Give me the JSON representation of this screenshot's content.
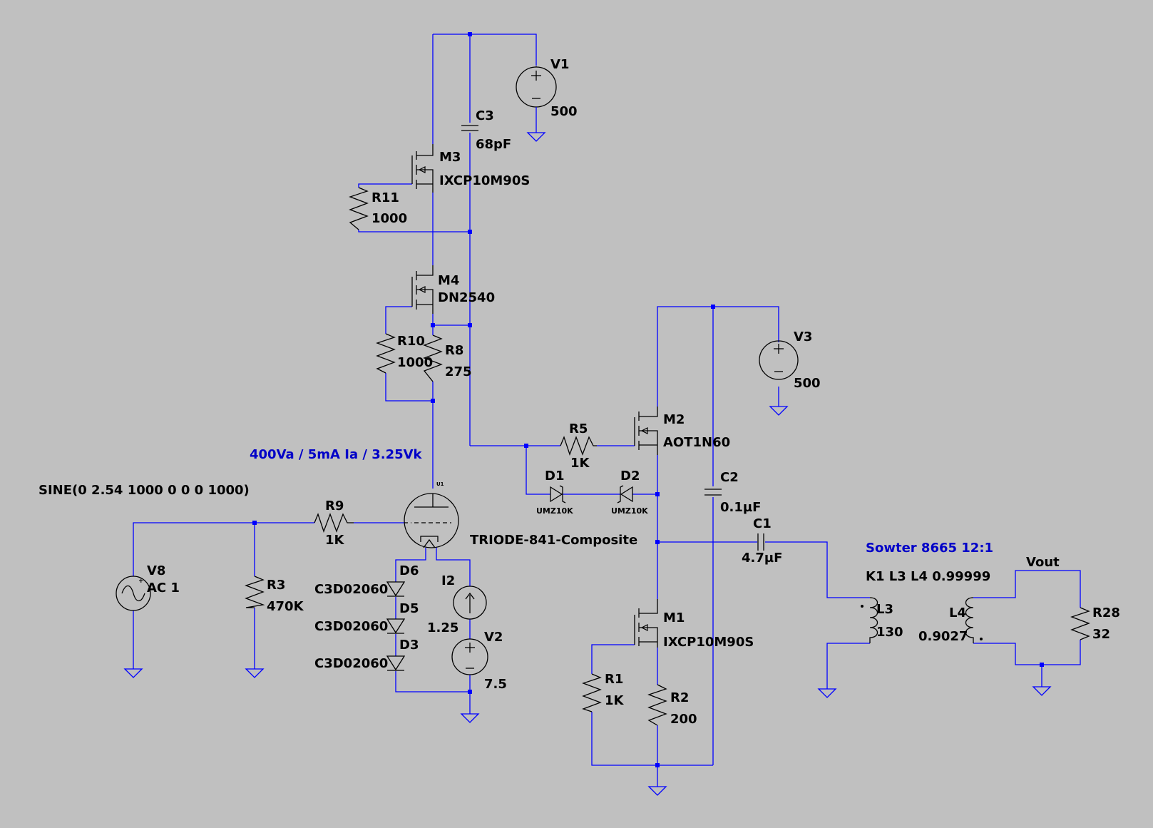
{
  "components": {
    "V1": {
      "name": "V1",
      "value": "500"
    },
    "C3": {
      "name": "C3",
      "value": "68pF"
    },
    "M3": {
      "name": "M3",
      "value": "IXCP10M90S"
    },
    "R11": {
      "name": "R11",
      "value": "1000"
    },
    "M4": {
      "name": "M4",
      "value": "DN2540"
    },
    "R10": {
      "name": "R10",
      "value": "1000"
    },
    "R8": {
      "name": "R8",
      "value": "275"
    },
    "V3": {
      "name": "V3",
      "value": "500"
    },
    "M2": {
      "name": "M2",
      "value": "AOT1N60"
    },
    "R5": {
      "name": "R5",
      "value": "1K"
    },
    "D1": {
      "name": "D1",
      "value": "UMZ10K"
    },
    "D2": {
      "name": "D2",
      "value": "UMZ10K"
    },
    "C2": {
      "name": "C2",
      "value": "0.1µF"
    },
    "C1": {
      "name": "C1",
      "value": "4.7µF"
    },
    "U1": {
      "name": "U1",
      "value": "TRIODE-841-Composite"
    },
    "R9": {
      "name": "R9",
      "value": "1K"
    },
    "V8": {
      "name": "V8",
      "value": "AC 1"
    },
    "R3": {
      "name": "R3",
      "value": "470K"
    },
    "D6": {
      "name": "D6",
      "value": "C3D02060"
    },
    "D5": {
      "name": "D5",
      "value": "C3D02060"
    },
    "D3": {
      "name": "D3",
      "value": "C3D02060"
    },
    "I2": {
      "name": "I2",
      "value": "1.25"
    },
    "V2": {
      "name": "V2",
      "value": "7.5"
    },
    "M1": {
      "name": "M1",
      "value": "IXCP10M90S"
    },
    "R1": {
      "name": "R1",
      "value": "1K"
    },
    "R2": {
      "name": "R2",
      "value": "200"
    },
    "L3": {
      "name": "L3",
      "value": "130"
    },
    "L4": {
      "name": "L4",
      "value": "0.9027"
    },
    "R28": {
      "name": "R28",
      "value": "32"
    }
  },
  "annotations": {
    "operating_point": "400Va / 5mA Ia / 3.25Vk",
    "sine_source": "SINE(0 2.54 1000 0 0 0 1000)",
    "transformer": "Sowter 8665 12:1",
    "coupling": "K1 L3 L4 0.99999",
    "vout_label": "Vout"
  },
  "colors": {
    "background": "#c0c0c0",
    "wire": "#0000ff",
    "annotation": "#0000c8",
    "symbol": "#000000"
  }
}
